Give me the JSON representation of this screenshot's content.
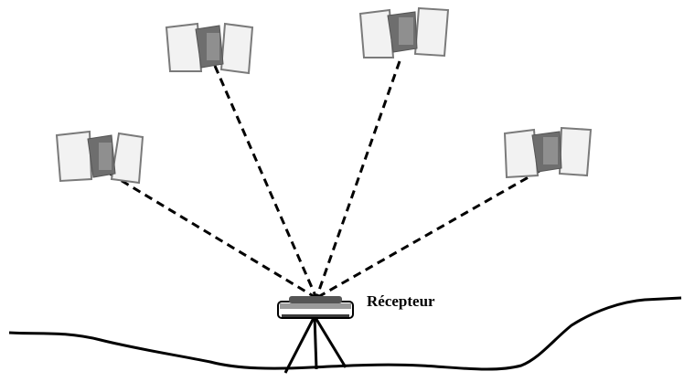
{
  "receiver": {
    "label": "Récepteur"
  },
  "satellites": [
    {
      "name": "satellite-1"
    },
    {
      "name": "satellite-2"
    },
    {
      "name": "satellite-3"
    },
    {
      "name": "satellite-4"
    }
  ],
  "colors": {
    "line": "#000000",
    "panel_fill": "#f2f2f2",
    "panel_stroke": "#7a7a7a",
    "body_fill": "#6e6e6e",
    "background": "#ffffff"
  }
}
